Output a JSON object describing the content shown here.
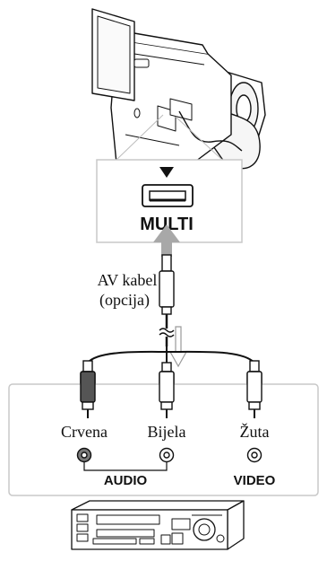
{
  "port": {
    "label": "MULTI"
  },
  "cable": {
    "label_line1": "AV kabel",
    "label_line2": "(opcija)"
  },
  "connectors": {
    "red_label": "Crvena",
    "white_label": "Bijela",
    "yellow_label": "Žuta"
  },
  "groups": {
    "audio_label": "AUDIO",
    "video_label": "VIDEO"
  },
  "colors": {
    "stroke": "#111111",
    "panel_border": "#c8c8c8",
    "arrow_fill": "#a8a8a8",
    "red_jack_fill": "#7a7a7a"
  }
}
